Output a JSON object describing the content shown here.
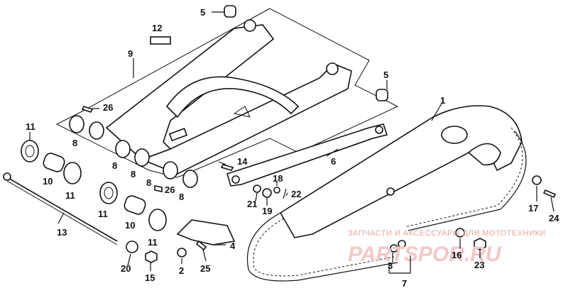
{
  "watermark": {
    "caption": "ЗАПЧАСТИ И АКСЕССУАРЫ ДЛЯ МОТОТЕХНИКИ",
    "brand": "PARTSPOR.RU",
    "color": "#e6a3a3"
  },
  "callouts": [
    "1",
    "2",
    "3",
    "4",
    "5",
    "5",
    "6",
    "7",
    "8",
    "8",
    "8",
    "8",
    "8",
    "9",
    "10",
    "10",
    "11",
    "11",
    "11",
    "11",
    "12",
    "13",
    "14",
    "15",
    "16",
    "17",
    "18",
    "19",
    "20",
    "21",
    "22",
    "23",
    "24",
    "25",
    "26",
    "26"
  ]
}
